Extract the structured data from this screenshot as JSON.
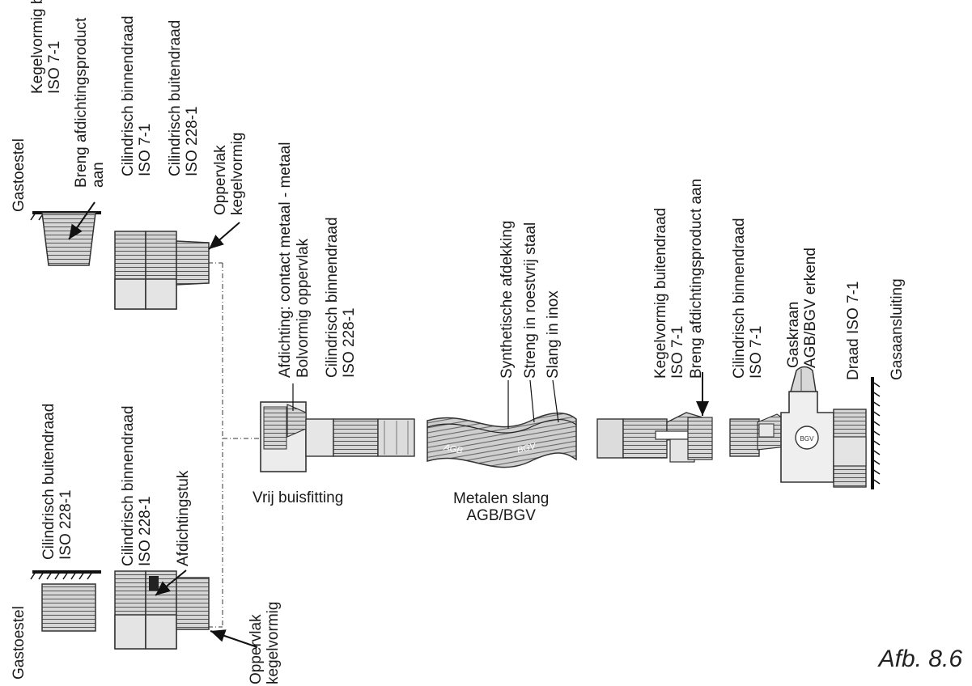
{
  "upper_left": {
    "appliance": "Gastoestel",
    "cone_thread": [
      "Kegelvormig buitendraad",
      "ISO 7-1"
    ],
    "apply_sealant": [
      "Breng afdichtingsproduct",
      "aan"
    ],
    "cyl_internal": [
      "Cilindrisch binnendraad",
      "ISO 7-1"
    ],
    "cyl_external": [
      "Cilindrisch buitendraad",
      "ISO 228-1"
    ],
    "surface_cone": [
      "Oppervlak",
      "kegelvormig"
    ],
    "seal_contact": "Afdichting: contact metaal - metaal",
    "spherical_surface": "Bolvormig oppervlak",
    "cyl_internal_228": [
      "Cilindrisch binnendraad",
      "ISO 228-1"
    ]
  },
  "lower_left": {
    "cyl_external": [
      "Cilindrisch buitendraad",
      "ISO 228-1"
    ],
    "appliance": "Gastoestel",
    "cyl_internal": [
      "Cilindrisch binnendraad",
      "ISO 228-1"
    ],
    "seal_piece": "Afdichtingstuk",
    "surface_cone": [
      "Oppervlak",
      "kegelvormig"
    ]
  },
  "hose": {
    "synthetic_cover": "Synthetische afdekking",
    "steel_braid": "Streng in roestvrij staal",
    "inox_hose": "Slang in inox",
    "marking_left": "AGB",
    "marking_right": "BGV",
    "free_fitting": "Vrij buisfitting",
    "caption": [
      "Metalen slang",
      "AGB/BGV"
    ]
  },
  "right": {
    "cone_thread": [
      "Kegelvormig buitendraad",
      "ISO 7-1"
    ],
    "apply_sealant": "Breng afdichtingsproduct aan",
    "cyl_internal": [
      "Cilindrisch binnendraad",
      "ISO 7-1"
    ],
    "gas_valve": [
      "Gaskraan",
      "AGB/BGV erkend"
    ],
    "valve_badge": "BGV",
    "thread": "Draad ISO 7-1",
    "connection": "Gasaansluiting"
  },
  "figure_label": "Afb. 8.6"
}
